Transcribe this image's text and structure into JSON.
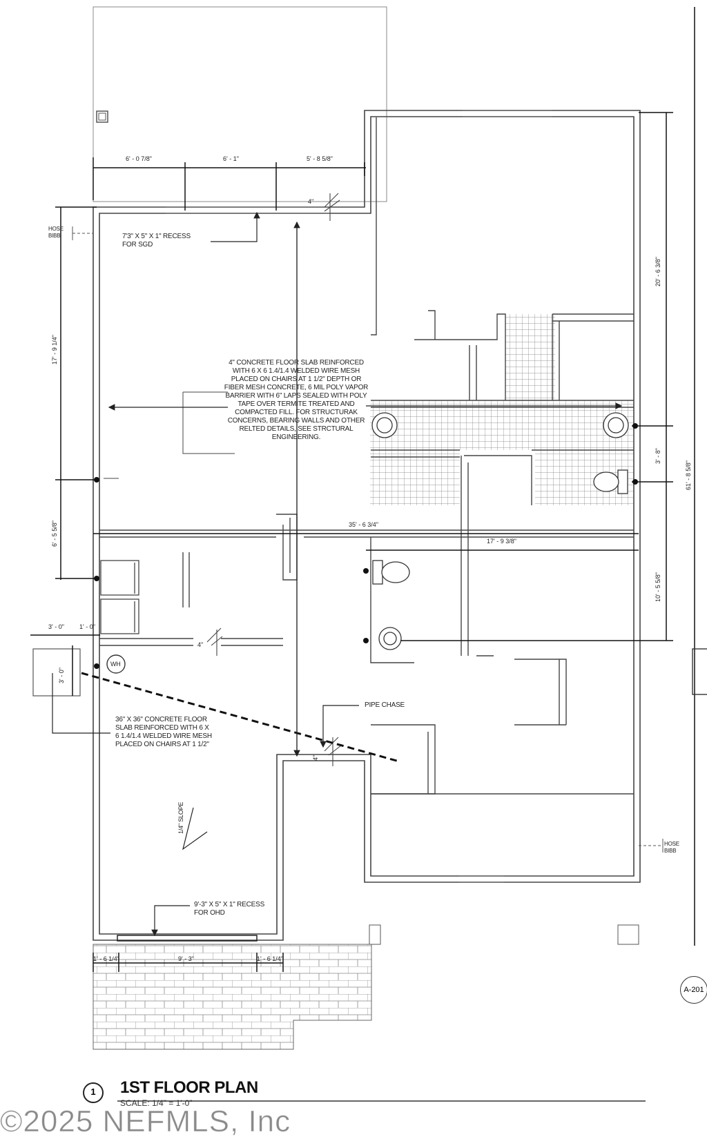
{
  "plan": {
    "title": "1ST FLOOR PLAN",
    "view_number": "1",
    "scale_text": "SCALE: 1/4\" = 1'-0\"",
    "sheet_ref": "A-201",
    "watermark": "©2025 NEFMLS, Inc"
  },
  "notes": {
    "slab_main": "4\" CONCRETE FLOOR SLAB REINFORCED\nWITH 6 X 6 1.4/1.4 WELDED WIRE MESH\nPLACED ON CHAIRS AT 1 1/2\" DEPTH OR\nFIBER MESH CONCRETE, 6 MIL POLY VAPOR\nBARRIER WITH 6\" LAPS SEALED WITH POLY\nTAPE OVER TERMITE TREATED AND\nCOMPACTED FILL.  FOR STRUCTURAK\nCONCERNS, BEARING WALLS AND OTHER\nRELTED DETAILS, SEE STRCTURAL\nENGINEERING.",
    "recess_sgd": "7'3\" X 5\" X 1\" RECESS\nFOR SGD",
    "recess_ohd": "9'-3\" X 5\" X 1\" RECESS\nFOR OHD",
    "slab_36": "36\" X 36\" CONCRETE FLOOR\nSLAB REINFORCED WITH 6 X\n6 1.4/1.4 WELDED WIRE MESH\nPLACED ON CHAIRS AT 1 1/2\"",
    "pipe_chase": "PIPE CHASE",
    "hose_bibb_left": "HOSE\nBIBB",
    "hose_bibb_right": "HOSE\nBIBB",
    "slope": "1/4\" SLOPE",
    "water_heater": "WH"
  },
  "dims": {
    "top_1": "6' - 0 7/8\"",
    "top_2": "6' - 1\"",
    "top_3": "5' - 8 5/8\"",
    "left_1": "17' - 9 1/4\"",
    "left_2": "6' - 5 5/8\"",
    "overall_width": "35' - 6 3/4\"",
    "right_width": "17' - 9 3/8\"",
    "right_1": "20' - 6 3/8\"",
    "right_2": "3' - 8\"",
    "right_3": "10' - 5 5/8\"",
    "overall_depth": "61' - 8 5/8\"",
    "pad_w": "3' - 0\"",
    "pad_gap": "1' - 0\"",
    "pad_h": "3' - 0\"",
    "bottom_1": "1' - 6 1/4\"",
    "bottom_2": "9' - 3\"",
    "bottom_3": "1' - 6 1/4\"",
    "door_small": "4\""
  }
}
